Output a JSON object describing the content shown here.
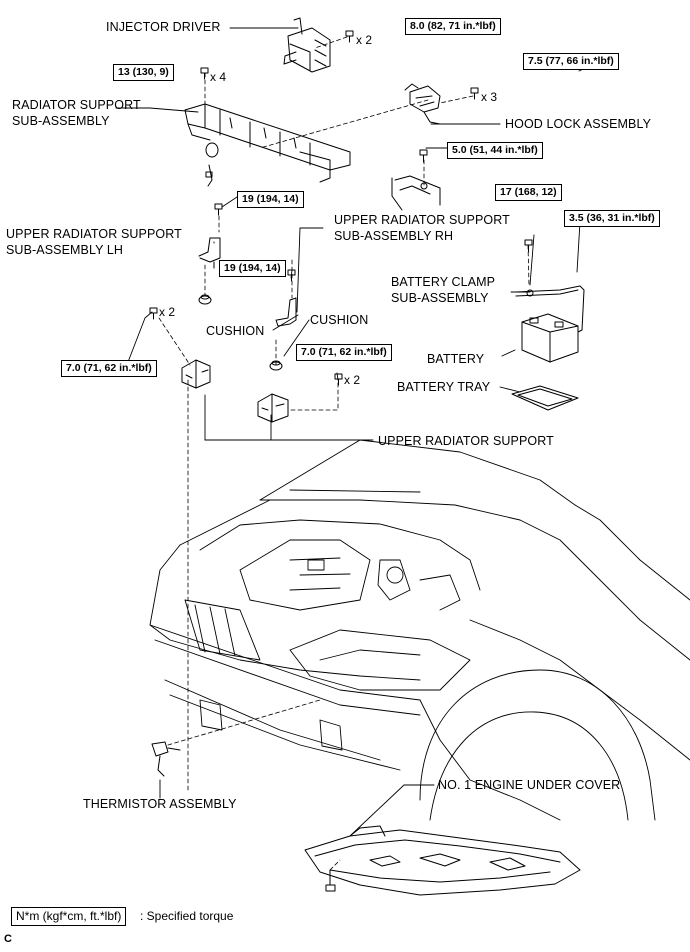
{
  "labels": {
    "injector_driver": "INJECTOR DRIVER",
    "radiator_support_1": "RADIATOR SUPPORT",
    "radiator_support_2": "SUB-ASSEMBLY",
    "hood_lock": "HOOD LOCK ASSEMBLY",
    "upper_rh_1": "UPPER RADIATOR SUPPORT",
    "upper_rh_2": "SUB-ASSEMBLY RH",
    "upper_lh_1": "UPPER RADIATOR SUPPORT",
    "upper_lh_2": "SUB-ASSEMBLY LH",
    "battery_clamp_1": "BATTERY CLAMP",
    "battery_clamp_2": "SUB-ASSEMBLY",
    "cushion_left": "CUSHION",
    "cushion_right": "CUSHION",
    "battery": "BATTERY",
    "battery_tray": "BATTERY TRAY",
    "upper_radiator_support": "UPPER RADIATOR SUPPORT",
    "thermistor": "THERMISTOR ASSEMBLY",
    "engine_under_cover": "NO. 1 ENGINE UNDER COVER"
  },
  "torques": {
    "injector_bolt": "8.0 (82, 71 in.*lbf)",
    "hood_lock_bolt": "7.5 (77, 66 in.*lbf)",
    "radiator_support_bolt": "13 (130, 9)",
    "hood_lock_cable_bolt": "5.0 (51, 44 in.*lbf)",
    "battery_clamp_bolt": "17 (168, 12)",
    "battery_clamp_nut": "3.5 (36, 31 in.*lbf)",
    "lh_bolt": "19 (194, 14)",
    "rh_bolt": "19 (194, 14)",
    "left_bracket_bolt": "7.0 (71, 62 in.*lbf)",
    "right_bracket_bolt": "7.0 (71, 62 in.*lbf)"
  },
  "quantities": {
    "injector": "x 2",
    "radiator_support": "x 4",
    "hood_lock": "x 3",
    "left_bracket": "x 2",
    "right_bracket": "x 2"
  },
  "legend": {
    "unit": "N*m (kgf*cm, ft.*lbf)",
    "text": ": Specified torque"
  },
  "figure_code": "C"
}
